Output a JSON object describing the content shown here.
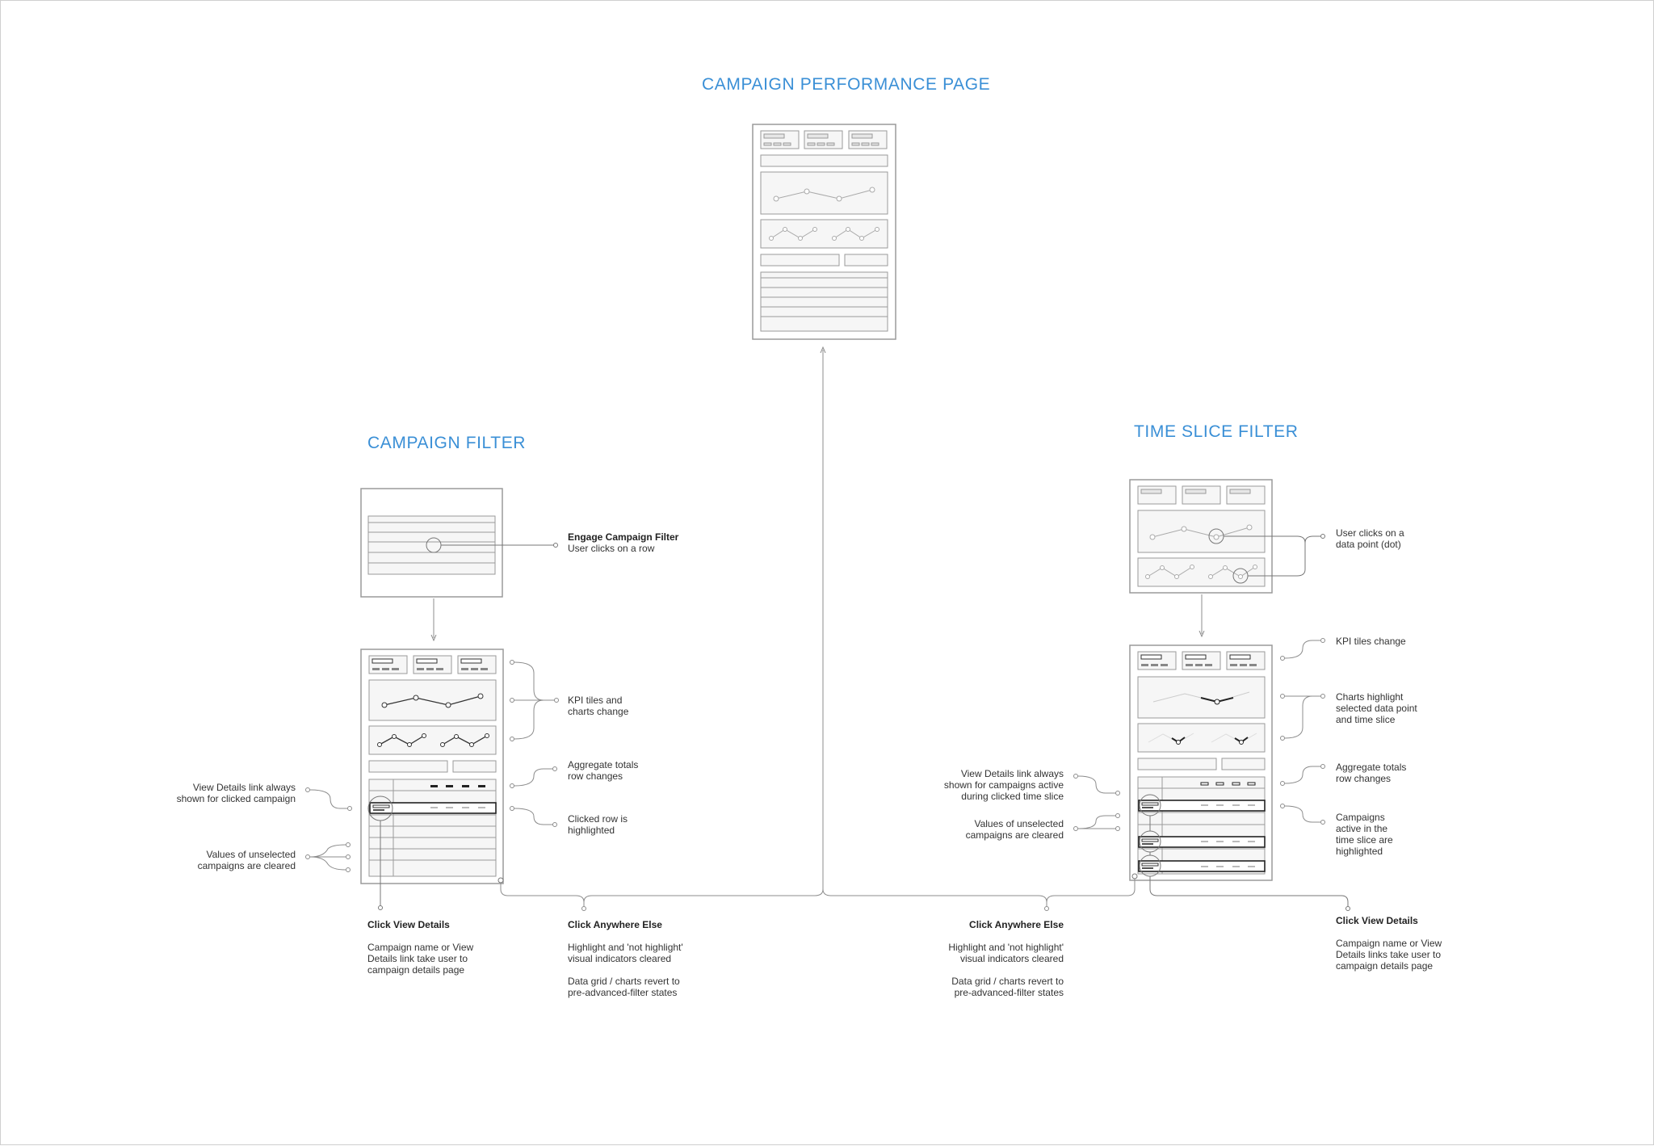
{
  "titles": {
    "main": "CAMPAIGN PERFORMANCE PAGE",
    "campaign_filter": "CAMPAIGN FILTER",
    "time_slice_filter": "TIME SLICE FILTER"
  },
  "colors": {
    "title": "#3a8fd6",
    "wire_stroke": "#9a9a9a",
    "wire_fill": "#f6f6f6",
    "connector": "#8c8c8c",
    "highlight": "#222222"
  },
  "campaign_filter_notes": {
    "engage_title": "Engage Campaign Filter",
    "engage_body": "User clicks on a row",
    "kpi_change_1": "KPI tiles and",
    "kpi_change_2": "charts change",
    "aggregate_1": "Aggregate totals",
    "aggregate_2": "row changes",
    "clicked_row_1": "Clicked row is",
    "clicked_row_2": "highlighted",
    "view_details_1": "View Details link always",
    "view_details_2": "shown for clicked campaign",
    "unselected_1": "Values of unselected",
    "unselected_2": "campaigns are cleared",
    "click_view_title": "Click View Details",
    "click_view_1": "Campaign name or View",
    "click_view_2": "Details link take user to",
    "click_view_3": "campaign details page",
    "anywhere_title": "Click Anywhere Else",
    "anywhere_1": "Highlight and 'not highlight'",
    "anywhere_2": "visual indicators cleared",
    "anywhere_3": "Data grid / charts revert to",
    "anywhere_4": "pre-advanced-filter states"
  },
  "time_slice_notes": {
    "user_clicks_1": "User clicks on a",
    "user_clicks_2": "data point (dot)",
    "kpi_change": "KPI tiles change",
    "charts_1": "Charts highlight",
    "charts_2": "selected data point",
    "charts_3": "and time slice",
    "aggregate_1": "Aggregate totals",
    "aggregate_2": "row changes",
    "active_1": "Campaigns",
    "active_2": "active in the",
    "active_3": "time slice are",
    "active_4": "highlighted",
    "view_details_1": "View Details link always",
    "view_details_2": "shown for campaigns active",
    "view_details_3": "during clicked time slice",
    "unselected_1": "Values of unselected",
    "unselected_2": "campaigns are cleared",
    "anywhere_title": "Click Anywhere Else",
    "anywhere_1": "Highlight and 'not highlight'",
    "anywhere_2": "visual indicators cleared",
    "anywhere_3": "Data grid / charts revert to",
    "anywhere_4": "pre-advanced-filter states",
    "click_view_title": "Click View Details",
    "click_view_1": "Campaign name or View",
    "click_view_2": "Details links take user to",
    "click_view_3": "campaign details page"
  }
}
